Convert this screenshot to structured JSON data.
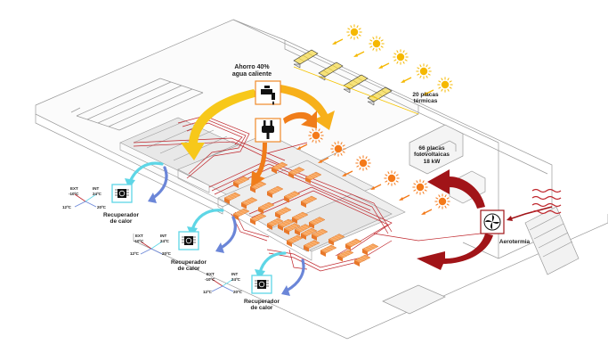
{
  "labels": {
    "ahorro": [
      "Ahorro 40%",
      "agua caliente"
    ],
    "termicas": [
      "20 placas",
      "térmicas"
    ],
    "fotovoltaicas": [
      "66 placas",
      "fotovoltaicas",
      "18 kW"
    ],
    "aerotermia": "Aerotermia"
  },
  "recuperadores": [
    {
      "title": [
        "Recuperador",
        "de calor"
      ],
      "ext_label": "EXT",
      "ext_temp": "-10ºC",
      "int_label": "INT",
      "int_temp": "24ºC",
      "out_left": "12ºC",
      "out_right": "20ºC"
    },
    {
      "title": [
        "Recuperador",
        "de calor"
      ],
      "ext_label": "EXT",
      "ext_temp": "-10ºC",
      "int_label": "INT",
      "int_temp": "24ºC",
      "out_left": "12ºC",
      "out_right": "20ºC"
    },
    {
      "title": [
        "Recuperador",
        "de calor"
      ],
      "ext_label": "EXT",
      "ext_temp": "-10ºC",
      "int_label": "INT",
      "int_temp": "24ºC",
      "out_left": "12ºC",
      "out_right": "20ºC"
    }
  ],
  "colors": {
    "sun": "#f5b800",
    "sun_orange": "#f47a1a",
    "warm_arrow": "#f5c400",
    "orange_arrow": "#f07d1a",
    "red_arrow": "#a11418",
    "cyan_arrow": "#5ed6e6",
    "blue_arrow": "#6b86d8",
    "pipe_red": "#c0282e",
    "box_orange": "#f08a2a",
    "box_cyan": "#5ed6e6",
    "line": "#9a9a9a"
  },
  "icons": [
    "sun-icon",
    "faucet-icon",
    "plug-icon",
    "fan-icon",
    "heat-exchanger-icon",
    "solar-thermal-panel-icon",
    "heat-waves-icon"
  ]
}
